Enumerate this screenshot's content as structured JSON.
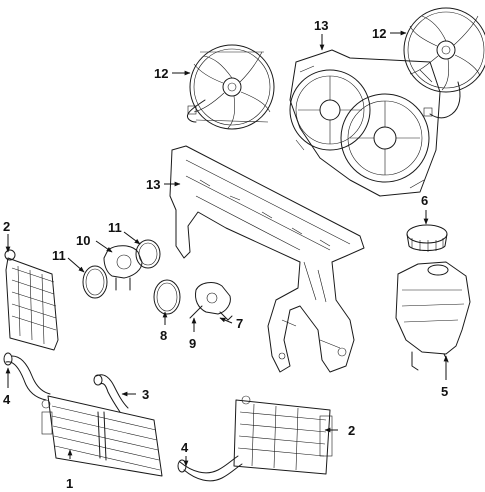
{
  "callouts": {
    "c1": "1",
    "c2a": "2",
    "c2b": "2",
    "c3": "3",
    "c4a": "4",
    "c4b": "4",
    "c5": "5",
    "c6": "6",
    "c7": "7",
    "c8": "8",
    "c9": "9",
    "c10": "10",
    "c11a": "11",
    "c11b": "11",
    "c12a": "12",
    "c12b": "12",
    "c13a": "13",
    "c13b": "13"
  }
}
